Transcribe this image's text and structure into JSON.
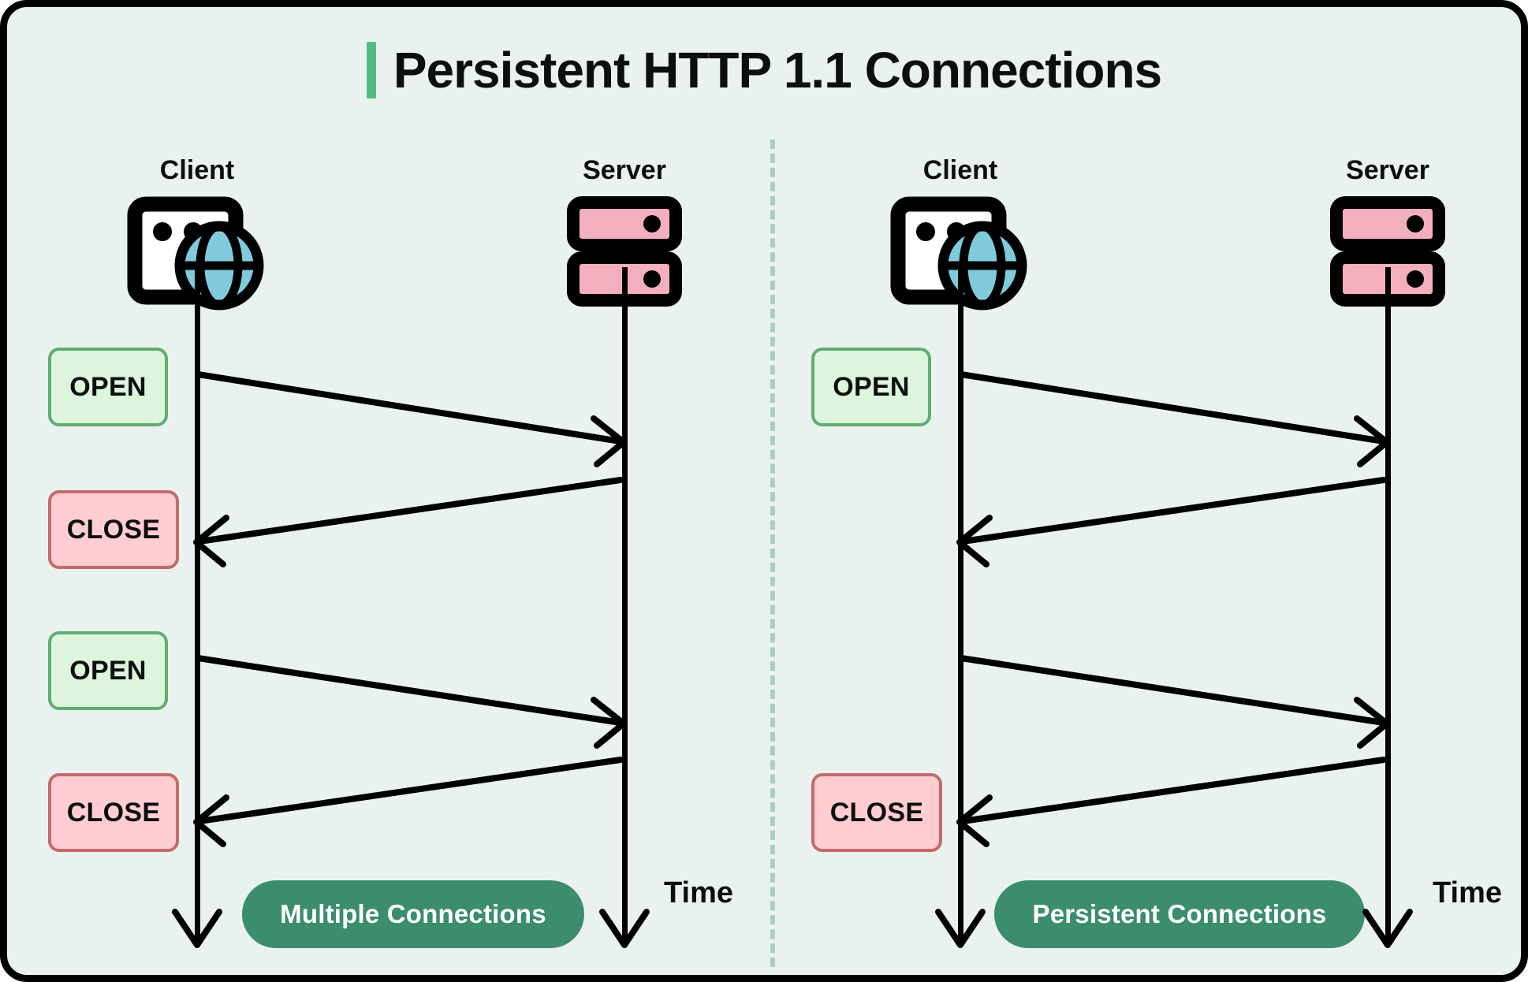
{
  "page": {
    "title": "Persistent HTTP 1.1 Connections",
    "background_color": "#E9F2EE",
    "accent_color": "#53BC82",
    "frame_color": "#000000"
  },
  "panels": [
    {
      "id": "multiple-connections",
      "caption": "Multiple Connections",
      "time_label": "Time",
      "client": {
        "label": "Client",
        "icon": "browser-globe-icon"
      },
      "server": {
        "label": "Server",
        "icon": "server-rack-icon"
      },
      "badges": [
        {
          "label": "OPEN",
          "kind": "open"
        },
        {
          "label": "CLOSE",
          "kind": "close"
        },
        {
          "label": "OPEN",
          "kind": "open"
        },
        {
          "label": "CLOSE",
          "kind": "close"
        }
      ],
      "messages": [
        {
          "direction": "request",
          "from": "client",
          "to": "server"
        },
        {
          "direction": "response",
          "from": "server",
          "to": "client"
        },
        {
          "direction": "request",
          "from": "client",
          "to": "server"
        },
        {
          "direction": "response",
          "from": "server",
          "to": "client"
        }
      ]
    },
    {
      "id": "persistent-connections",
      "caption": "Persistent Connections",
      "time_label": "Time",
      "client": {
        "label": "Client",
        "icon": "browser-globe-icon"
      },
      "server": {
        "label": "Server",
        "icon": "server-rack-icon"
      },
      "badges": [
        {
          "label": "OPEN",
          "kind": "open"
        },
        {
          "label": "CLOSE",
          "kind": "close"
        }
      ],
      "messages": [
        {
          "direction": "request",
          "from": "client",
          "to": "server"
        },
        {
          "direction": "response",
          "from": "server",
          "to": "client"
        },
        {
          "direction": "request",
          "from": "client",
          "to": "server"
        },
        {
          "direction": "response",
          "from": "server",
          "to": "client"
        }
      ]
    }
  ],
  "colors": {
    "open_fill": "#DCF5DC",
    "open_border": "#5FAE70",
    "close_fill": "#FFCDD2",
    "close_border": "#C46B6B",
    "pill_fill": "#3C8C6E",
    "pill_text": "#FFFFFF",
    "globe_fill": "#7FCBDC",
    "server_fill": "#F4AFBE",
    "divider": "#AACFC1"
  }
}
